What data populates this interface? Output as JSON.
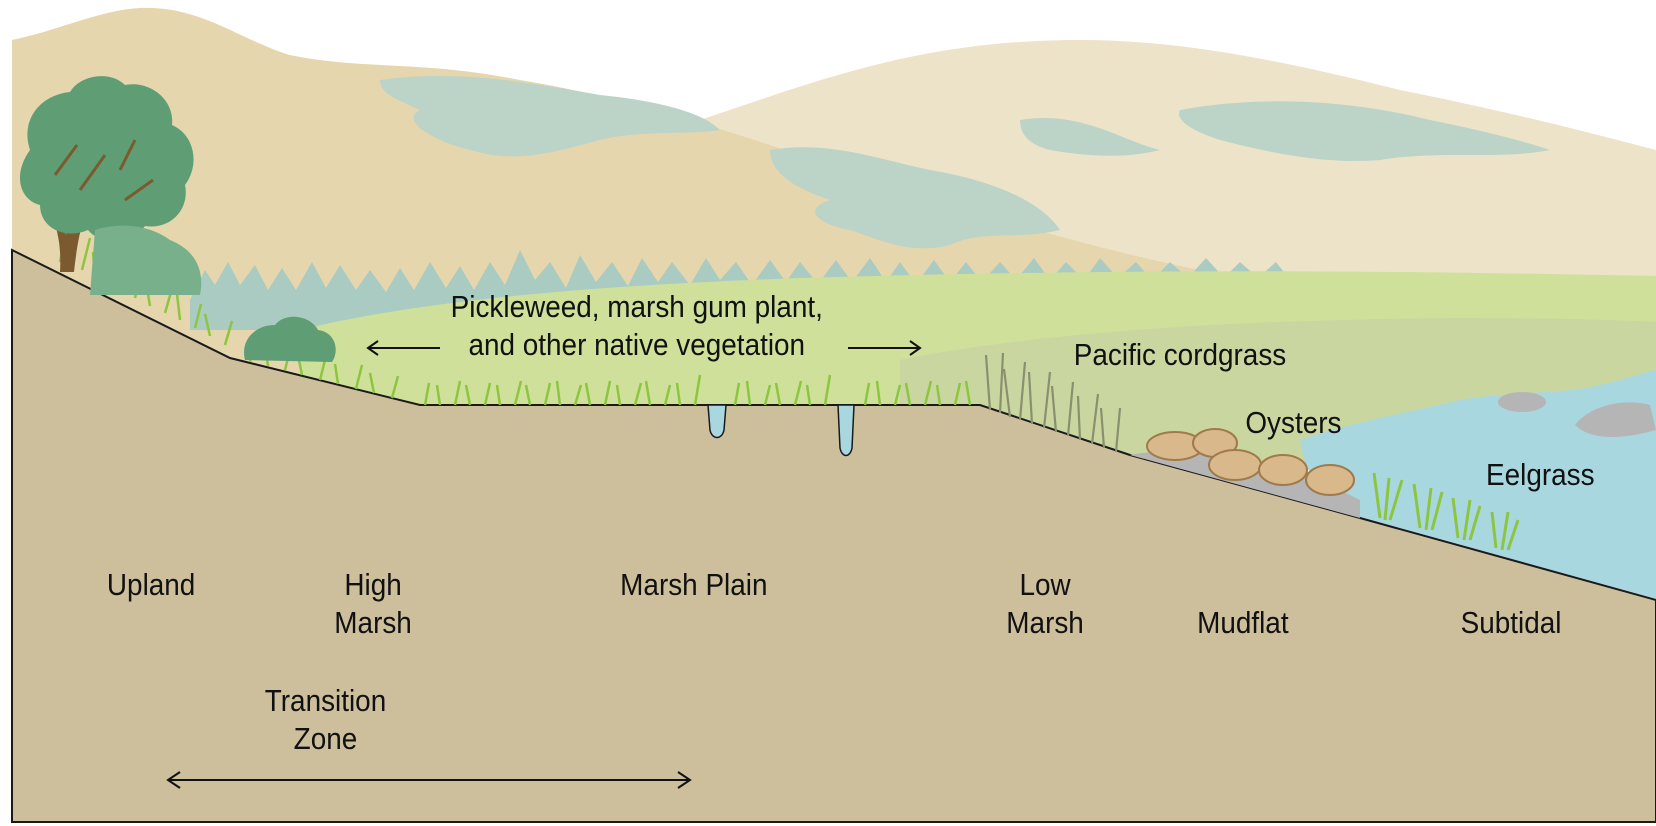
{
  "diagram": {
    "vegetation_label": {
      "line1": "Pickleweed, marsh gum plant,",
      "line2": "and other native vegetation"
    },
    "species_labels": {
      "cordgrass": "Pacific cordgrass",
      "oysters": "Oysters",
      "eelgrass": "Eelgrass"
    },
    "zones": {
      "upland": "Upland",
      "high_marsh": {
        "line1": "High",
        "line2": "Marsh"
      },
      "marsh_plain": "Marsh Plain",
      "low_marsh": {
        "line1": "Low",
        "line2": "Marsh"
      },
      "mudflat": "Mudflat",
      "subtidal": "Subtidal",
      "transition_zone": {
        "line1": "Transition",
        "line2": "Zone"
      }
    },
    "colors": {
      "sky": "#ffffff",
      "far_hills": "#ede3c8",
      "near_hills": "#e6d6ad",
      "hill_lakes": "#bcd3c8",
      "distant_trees": "#a9cbc2",
      "marsh_meadow": "#cfe09a",
      "marsh_light": "#dceca8",
      "bay_green": "#c9d6a0",
      "water": "#a9d7e0",
      "soil": "#cdbf9c",
      "soil_outline": "#1a1a1a",
      "grass": "#8cc63f",
      "cordgrass": "#8a8f70",
      "tree_foliage": "#5f9e75",
      "tree_trunk": "#7a5a2e",
      "oyster": "#d9b88c",
      "rock": "#b5b5b5"
    }
  }
}
